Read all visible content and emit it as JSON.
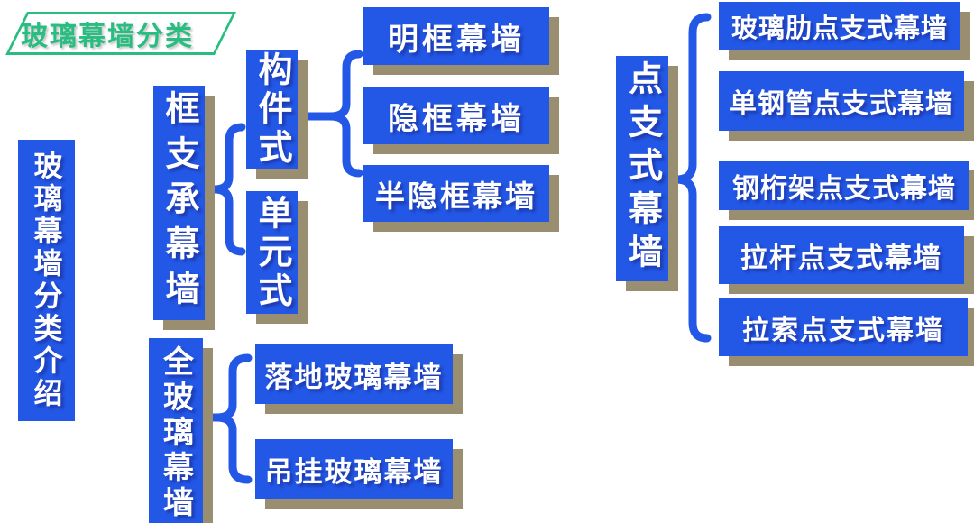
{
  "colors": {
    "bg": "#ffffff",
    "blue": "#2358e7",
    "shadow": "#9a8e71",
    "green": "#2abd81",
    "white": "#ffffff"
  },
  "badge": {
    "label": "玻璃幕墙分类"
  },
  "sidebar_title": {
    "label": "玻璃幕墙分类介绍"
  },
  "nodes": {
    "frame_supported": {
      "label": "框支承幕墙"
    },
    "component": {
      "label": "构件式"
    },
    "unit": {
      "label": "单元式"
    },
    "exposed_frame": {
      "label": "明框幕墙"
    },
    "hidden_frame": {
      "label": "隐框幕墙"
    },
    "semi_hidden_frame": {
      "label": "半隐框幕墙"
    },
    "all_glass": {
      "label": "全玻璃幕墙"
    },
    "floor_glass": {
      "label": "落地玻璃幕墙"
    },
    "suspended_glass": {
      "label": "吊挂玻璃幕墙"
    },
    "point_supported": {
      "label": "点支式幕墙"
    },
    "glass_rib": {
      "label": "玻璃肋点支式幕墙"
    },
    "single_steel_tube": {
      "label": "单钢管点支式幕墙"
    },
    "steel_truss": {
      "label": "钢桁架点支式幕墙"
    },
    "tie_rod": {
      "label": "拉杆点支式幕墙"
    },
    "cable": {
      "label": "拉索点支式幕墙"
    }
  }
}
